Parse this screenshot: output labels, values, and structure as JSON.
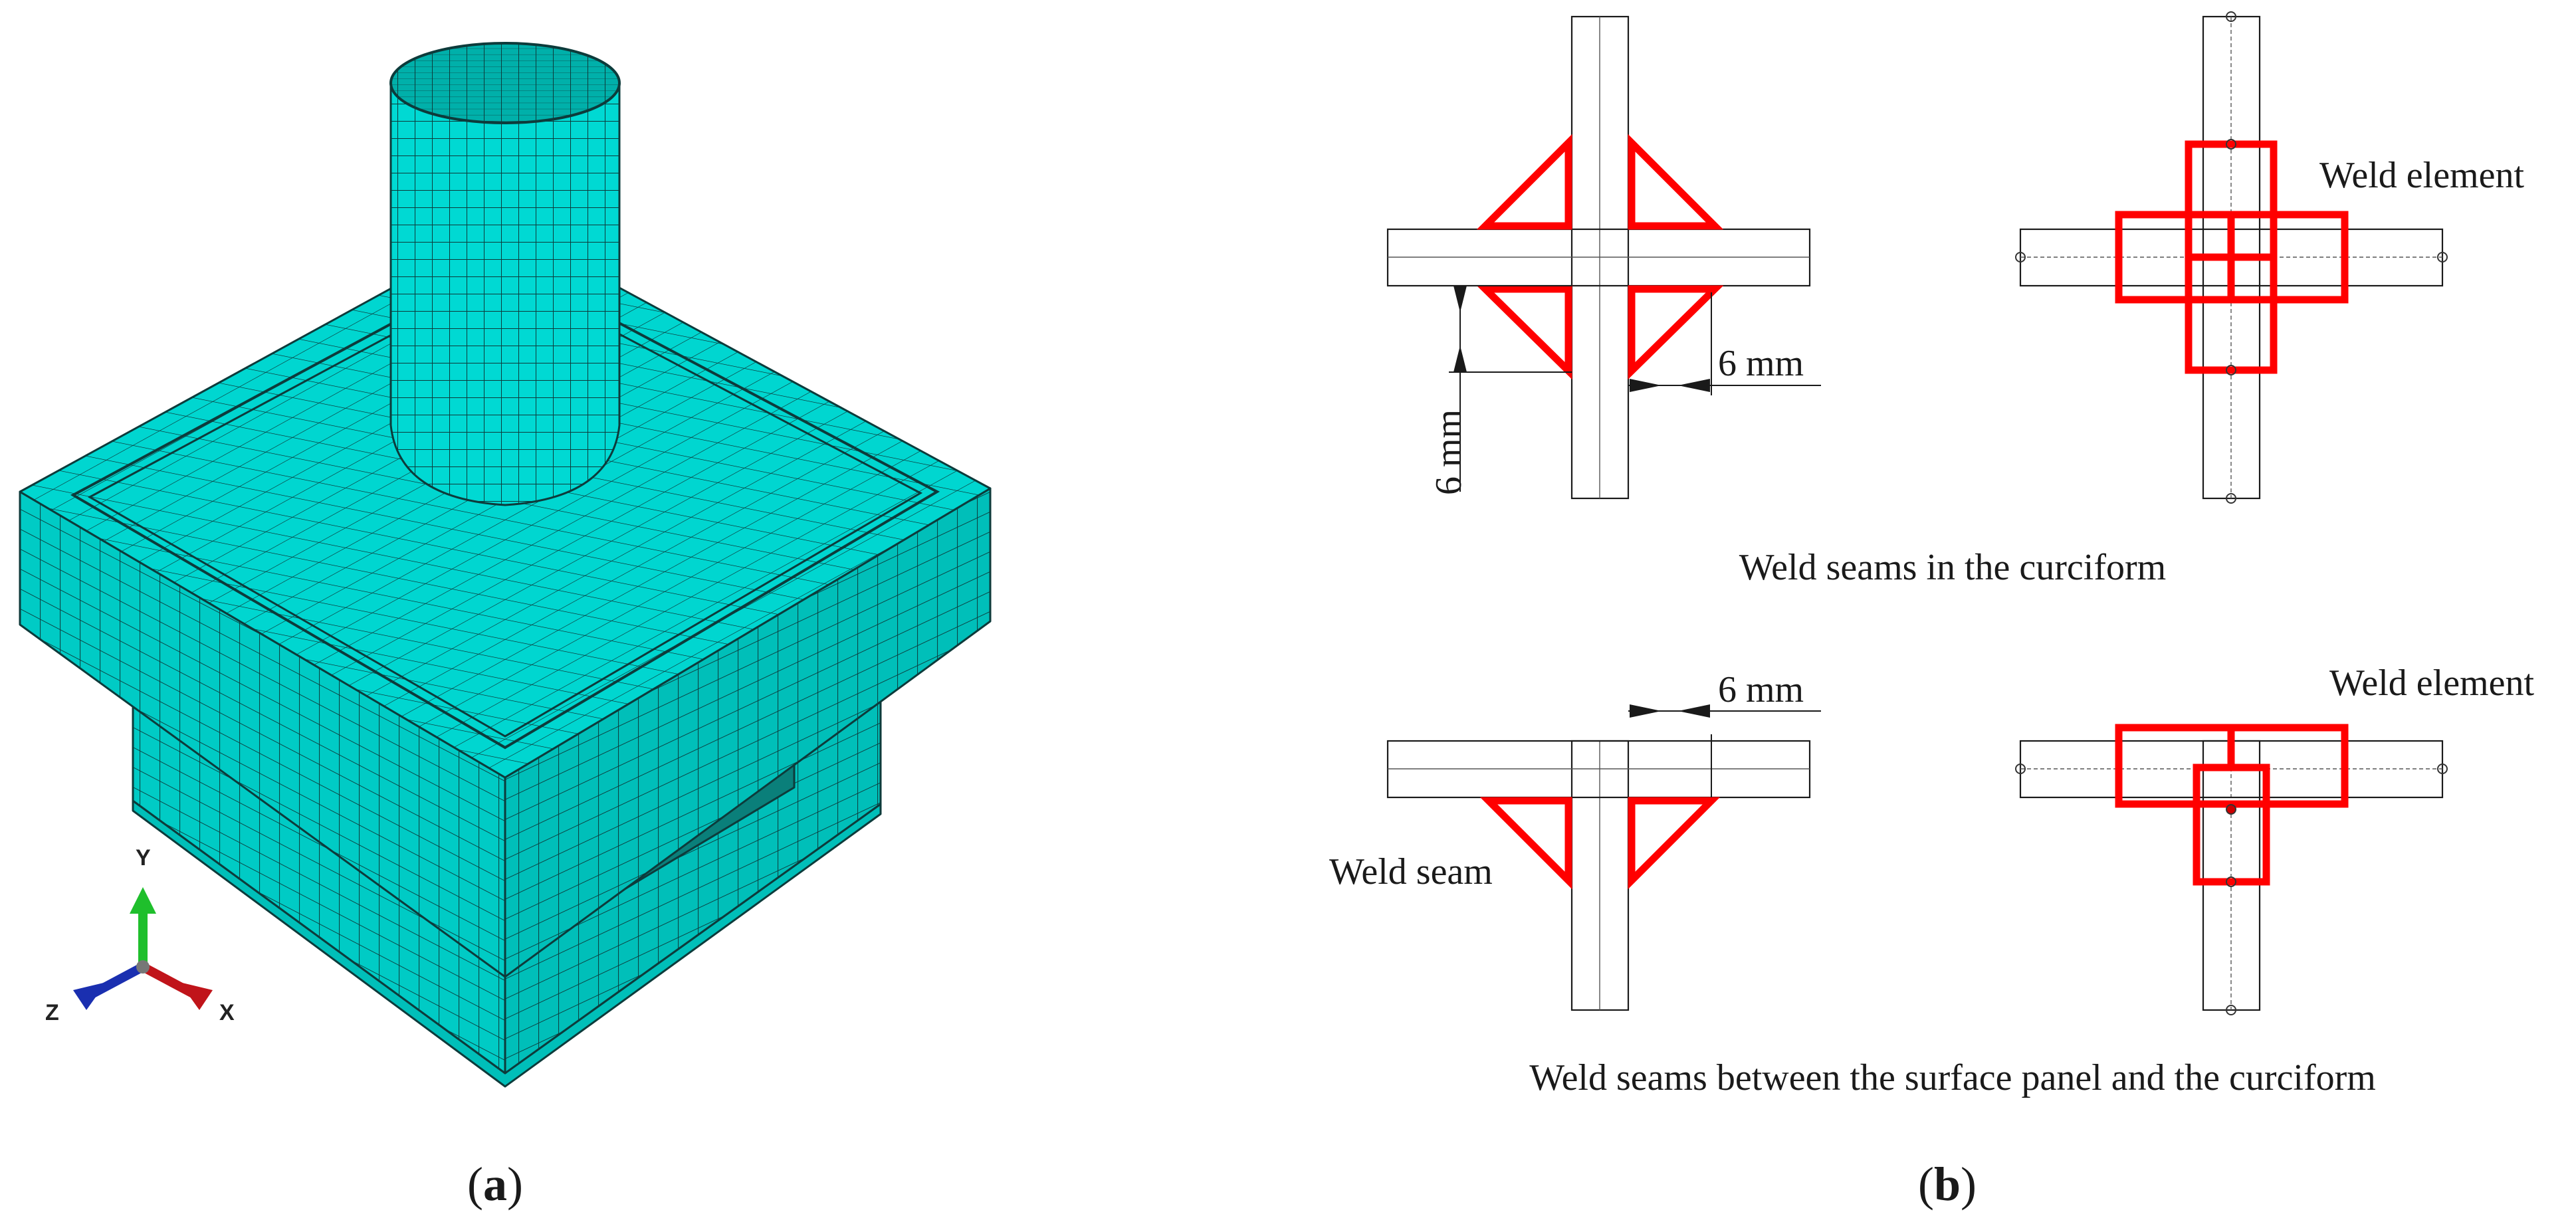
{
  "panel_a": {
    "caption_letter": "a",
    "axes": {
      "x": "X",
      "y": "Y",
      "z": "Z"
    }
  },
  "panel_b": {
    "caption_letter": "b",
    "top": {
      "caption": "Weld seams in the curciform",
      "dim_vertical": "6 mm",
      "dim_horizontal": "6 mm",
      "element_label": "Weld element"
    },
    "bottom": {
      "caption": "Weld seams between the surface panel and the curciform",
      "dim_horizontal": "6 mm",
      "seam_label": "Weld seam",
      "element_label": "Weld element"
    }
  },
  "colors": {
    "mesh_fill": "#00d6d0",
    "mesh_line": "#0d3b3b",
    "weld": "#ff0000",
    "axis_x": "#c0141a",
    "axis_y": "#1fbf2c",
    "axis_z": "#1a2fb0"
  }
}
